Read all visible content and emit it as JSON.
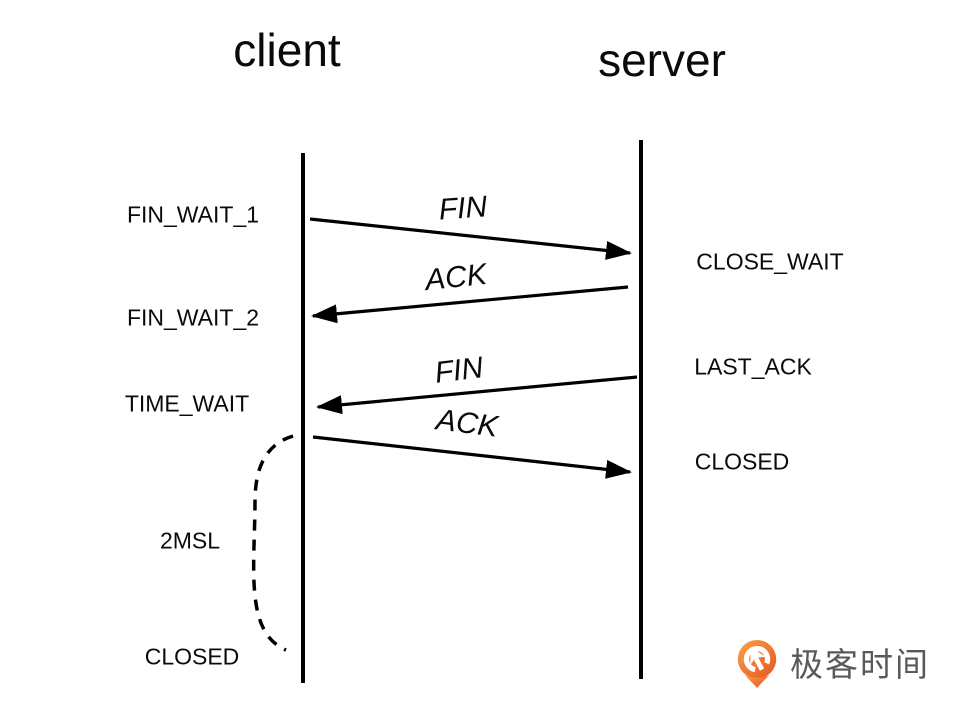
{
  "lifelines": {
    "client": "client",
    "server": "server"
  },
  "client_states": {
    "fin_wait_1": "FIN_WAIT_1",
    "fin_wait_2": "FIN_WAIT_2",
    "time_wait": "TIME_WAIT",
    "msl_2": "2MSL",
    "closed": "CLOSED"
  },
  "server_states": {
    "close_wait": "CLOSE_WAIT",
    "last_ack": "LAST_ACK",
    "closed": "CLOSED"
  },
  "messages": {
    "fin_1": "FIN",
    "ack_1": "ACK",
    "fin_2": "FIN",
    "ack_2": "ACK"
  },
  "logo": {
    "text": "极客时间",
    "text_color": "#595959",
    "orange_start": "#F9A14B",
    "orange_end": "#E8541F"
  },
  "colors": {
    "line": "#000000",
    "background": "#FFFFFF"
  }
}
